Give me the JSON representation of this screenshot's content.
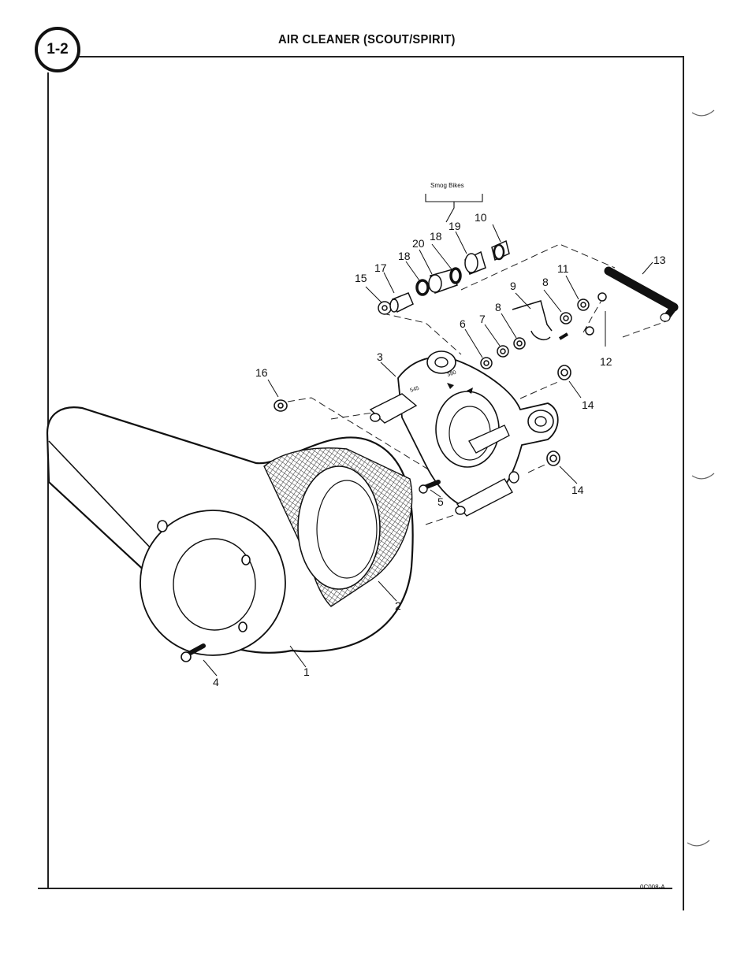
{
  "header": {
    "page_number": "1-2",
    "title": "AIR CLEANER (SCOUT/SPIRIT)"
  },
  "diagram": {
    "group_label": "Smog Bikes",
    "plate_markings": [
      "545",
      "380"
    ],
    "callouts": {
      "c1": "1",
      "c2": "2",
      "c3": "3",
      "c4": "4",
      "c5": "5",
      "c6": "6",
      "c7": "7",
      "c8a": "8",
      "c8b": "8",
      "c9": "9",
      "c10": "10",
      "c11": "11",
      "c12": "12",
      "c13": "13",
      "c14a": "14",
      "c14b": "14",
      "c15": "15",
      "c16": "16",
      "c17": "17",
      "c18a": "18",
      "c18b": "18",
      "c19": "19",
      "c20": "20"
    }
  },
  "footer": {
    "drawing_code": "0C008-A"
  }
}
